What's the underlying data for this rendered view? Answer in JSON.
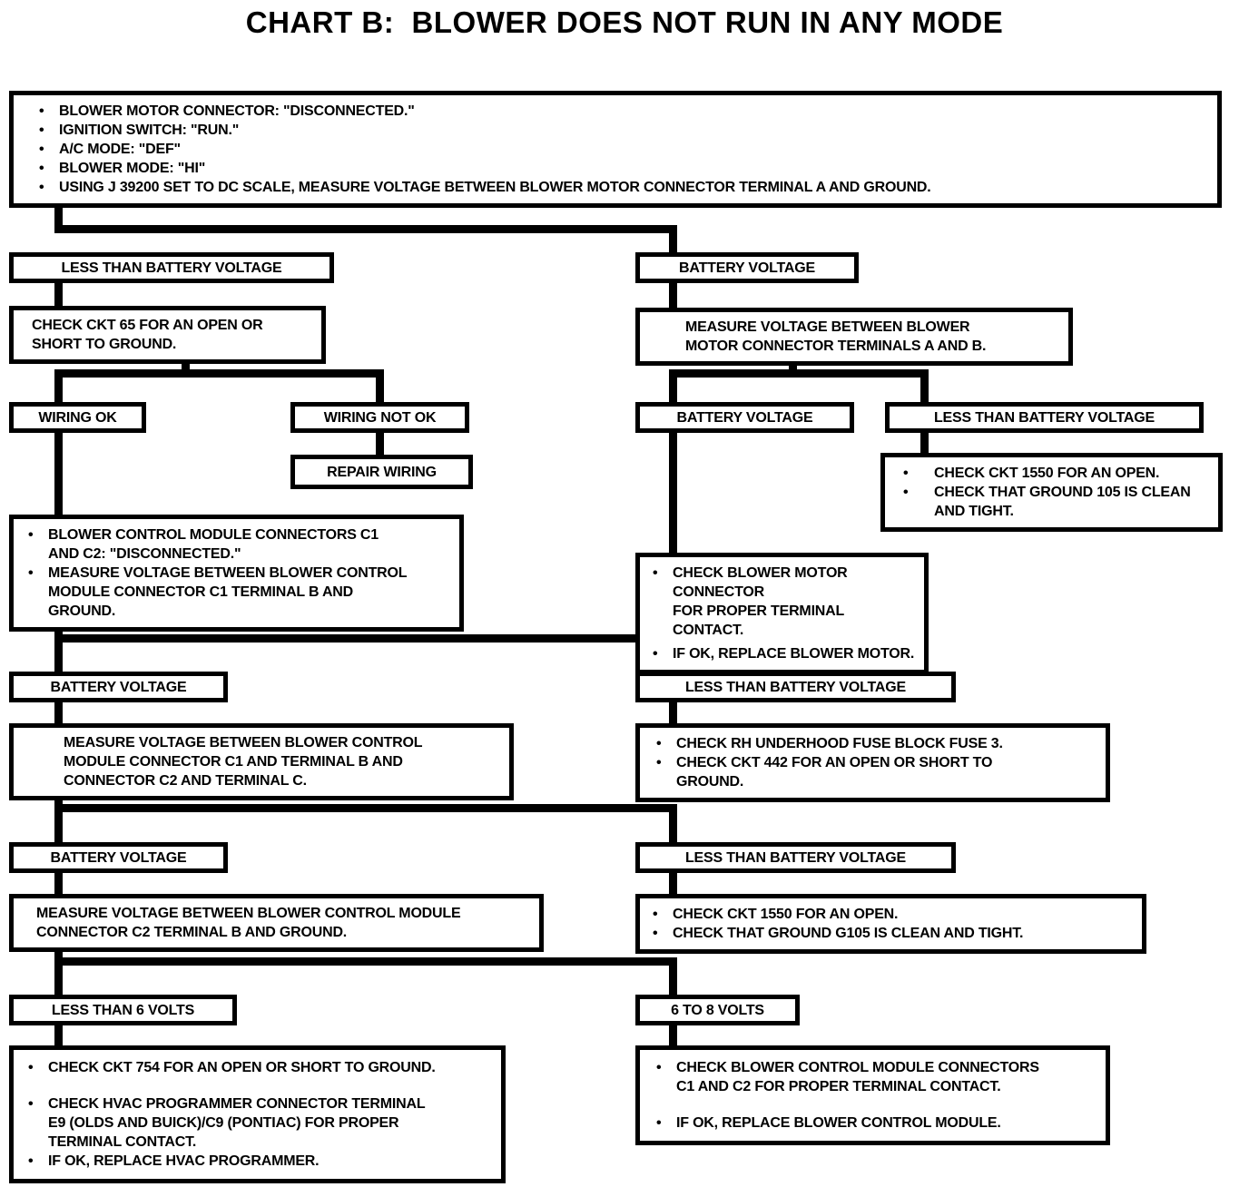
{
  "title": "CHART B:  BLOWER DOES NOT RUN IN ANY MODE",
  "bullet_char": "•",
  "colors": {
    "ink": "#000000",
    "paper": "#ffffff"
  },
  "nodes": {
    "start": {
      "bullets": [
        "BLOWER MOTOR CONNECTOR: \"DISCONNECTED.\"",
        "IGNITION SWITCH: \"RUN.\"",
        "A/C MODE: \"DEF\"",
        "BLOWER MODE: \"HI\"",
        "USING J 39200 SET TO DC SCALE, MEASURE VOLTAGE BETWEEN BLOWER MOTOR CONNECTOR TERMINAL A AND GROUND."
      ]
    },
    "l1_label": "LESS THAN BATTERY VOLTAGE",
    "r1_label": "BATTERY VOLTAGE",
    "l1_action": "CHECK CKT 65 FOR AN OPEN OR\nSHORT TO GROUND.",
    "r1_action": "MEASURE VOLTAGE BETWEEN BLOWER\nMOTOR CONNECTOR TERMINALS A AND B.",
    "wiring_ok": "WIRING OK",
    "wiring_not_ok": "WIRING NOT OK",
    "repair_wiring": "REPAIR WIRING",
    "r3_batt": "BATTERY VOLTAGE",
    "r3_less": "LESS THAN BATTERY VOLTAGE",
    "ckt1550_right": {
      "bullets": [
        "CHECK CKT 1550 FOR AN OPEN.",
        "CHECK THAT GROUND 105 IS CLEAN\nAND TIGHT."
      ]
    },
    "blower_motor_check": {
      "bullets": [
        "CHECK BLOWER MOTOR CONNECTOR\nFOR PROPER TERMINAL CONTACT.",
        "IF OK, REPLACE BLOWER MOTOR."
      ]
    },
    "bcm_measure": {
      "bullets": [
        "BLOWER CONTROL MODULE CONNECTORS C1\nAND C2: \"DISCONNECTED.\"",
        "MEASURE VOLTAGE BETWEEN BLOWER CONTROL\nMODULE CONNECTOR C1 TERMINAL B AND\nGROUND."
      ]
    },
    "l4_label": "BATTERY VOLTAGE",
    "r4_label": "LESS THAN BATTERY VOLTAGE",
    "l4_action": "MEASURE VOLTAGE BETWEEN BLOWER CONTROL\nMODULE CONNECTOR C1 AND TERMINAL B AND\nCONNECTOR C2 AND TERMINAL C.",
    "r4_action": {
      "bullets": [
        "CHECK RH UNDERHOOD FUSE BLOCK FUSE 3.",
        "CHECK CKT 442 FOR AN OPEN OR SHORT TO\nGROUND."
      ]
    },
    "l5_label": "BATTERY VOLTAGE",
    "r5_label": "LESS THAN BATTERY VOLTAGE",
    "l5_action": "MEASURE VOLTAGE BETWEEN BLOWER CONTROL MODULE\nCONNECTOR C2 TERMINAL B AND GROUND.",
    "r5_action": {
      "bullets": [
        "CHECK CKT 1550 FOR AN OPEN.",
        "CHECK THAT GROUND G105 IS CLEAN AND TIGHT."
      ]
    },
    "l6_label": "LESS THAN 6 VOLTS",
    "r6_label": "6 TO 8 VOLTS",
    "l6_action": {
      "bullets": [
        "CHECK CKT 754 FOR AN OPEN OR SHORT TO GROUND.",
        "CHECK HVAC PROGRAMMER CONNECTOR TERMINAL\nE9 (OLDS AND BUICK)/C9 (PONTIAC) FOR PROPER\nTERMINAL CONTACT.",
        "IF OK, REPLACE HVAC PROGRAMMER."
      ]
    },
    "r6_action": {
      "bullets": [
        "CHECK BLOWER CONTROL MODULE CONNECTORS\nC1 AND C2 FOR PROPER TERMINAL CONTACT.",
        "IF OK, REPLACE BLOWER CONTROL MODULE."
      ]
    }
  }
}
